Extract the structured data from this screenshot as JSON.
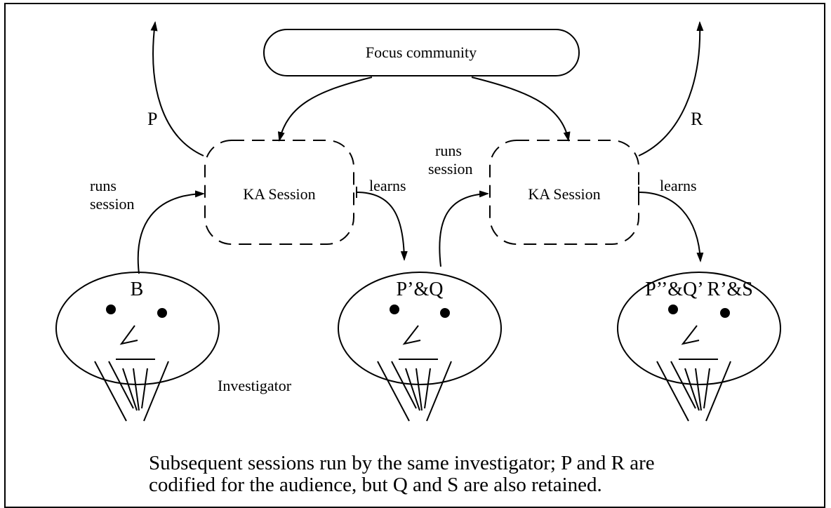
{
  "community": {
    "label": "Focus community"
  },
  "sessions": [
    {
      "label": "KA Session"
    },
    {
      "label": "KA Session"
    }
  ],
  "outputs": {
    "left": "P",
    "right": "R"
  },
  "edges": {
    "runs_session_1": [
      "runs",
      "session"
    ],
    "runs_session_2": [
      "runs",
      "session"
    ],
    "learns_1": "learns",
    "learns_2": "learns"
  },
  "people": [
    {
      "knowledge": "B",
      "caption": "Investigator"
    },
    {
      "knowledge": "P’&Q"
    },
    {
      "knowledge": "P’’&Q’ R’&S"
    }
  ],
  "caption": [
    "Subsequent sessions run by the same investigator; P and R are",
    "codified for the audience, but Q and S are also retained."
  ]
}
